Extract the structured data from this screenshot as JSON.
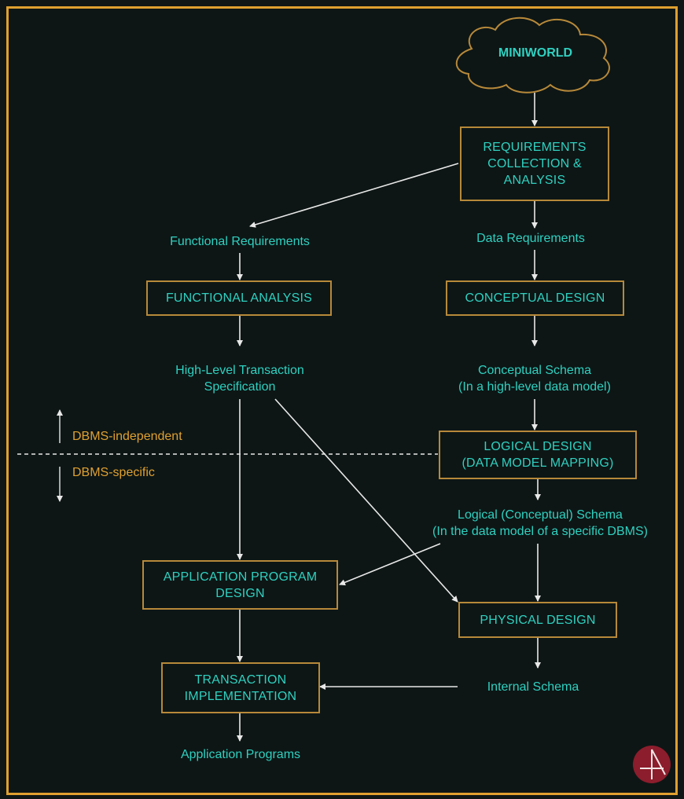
{
  "diagram": {
    "start": "MINIWORLD",
    "steps": {
      "requirements": "REQUIREMENTS\nCOLLECTION &\nANALYSIS",
      "functional_analysis": "FUNCTIONAL ANALYSIS",
      "conceptual_design": "CONCEPTUAL DESIGN",
      "logical_design": "LOGICAL DESIGN\n(DATA MODEL MAPPING)",
      "application_program_design": "APPLICATION PROGRAM\nDESIGN",
      "physical_design": "PHYSICAL DESIGN",
      "transaction_implementation": "TRANSACTION\nIMPLEMENTATION"
    },
    "artifacts": {
      "functional_requirements": "Functional Requirements",
      "data_requirements": "Data Requirements",
      "high_level_transaction_spec": "High-Level Transaction\nSpecification",
      "conceptual_schema": "Conceptual Schema\n(In a high-level data model)",
      "logical_schema": "Logical (Conceptual) Schema\n(In the data model of a specific DBMS)",
      "internal_schema": "Internal Schema",
      "application_programs": "Application Programs"
    },
    "divider": {
      "above": "DBMS-independent",
      "below": "DBMS-specific"
    }
  },
  "colors": {
    "text": "#2fd1c1",
    "box_border": "#b7893a",
    "frame": "#e0a030",
    "arrow": "#e8e8e8",
    "logo": "#8c1d2c"
  }
}
